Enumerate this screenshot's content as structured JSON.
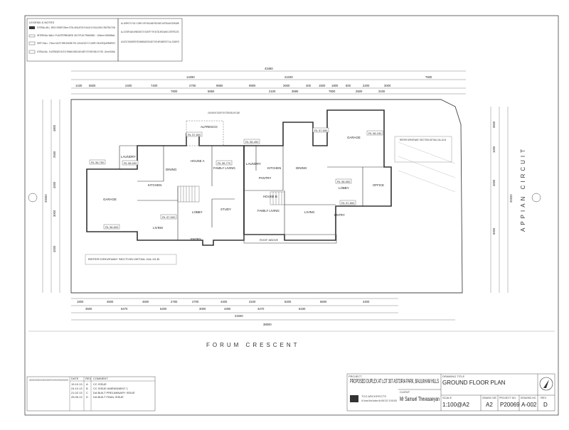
{
  "legend": {
    "title": "LEGEND & NOTES",
    "items": [
      "EXTERNAL WALL - BRICK VENEER 250mm TOTAL INSULATION R VALUE 3.0 INCLUDING CONSTRUCTION",
      "INTERNAL WALL PLASTERBOARD ON STUD FRAMING - 100mm NOMINAL",
      "PARTY WALL - 270mm CAVITY BRICKWORK FRL 120/120/120 TO COMPLY BCA REQUIREMENTS",
      "EXTERNAL WALL - PLASTERBOARD ON STUD FRAMING INSIDE AND HARDY TEXTURE PANEL EXT SEE - 120mm NOMINAL"
    ]
  },
  "notes": [
    "ALL WORKS TO FULLY COMPLY WITH BCA AND RELEVANT AUSTRALIAN STANDARD",
    "ALL DOORS AND WINDOWS TO SATISFY THE ATTACHED BASIX CERTIFICATE.",
    "ACOUSTIC ENGINEERS RECOMMENDATIONS ARE TO BE IMPLEMENTED TO ALL ELEMENTS"
  ],
  "dimensions": {
    "overall_top": "43480",
    "top_row1": [
      "14290",
      "21030",
      "7500"
    ],
    "top_row2": [
      "1430",
      "5500",
      "2400",
      "7400",
      "2700",
      "9850",
      "9900",
      "2600",
      "400",
      "1500",
      "1800",
      "600",
      "2200",
      "3000"
    ],
    "top_row3": [
      "7800",
      "5850",
      "2100",
      "3580",
      "7800",
      "2500",
      "3100"
    ],
    "bottom_row1": [
      "1800",
      "4500",
      "4600",
      "2780",
      "2700",
      "4400",
      "3100",
      "6200",
      "6600",
      "4200"
    ],
    "bottom_row2": [
      "3500",
      "5470",
      "5200",
      "3000",
      "4300",
      "4270",
      "6330"
    ],
    "bottom_overall": "23330",
    "bottom_total": "38000",
    "left_side": [
      "4800",
      "2650",
      "4000",
      "3000",
      "4000",
      "20000"
    ],
    "right_side": [
      "3500",
      "1000",
      "4000",
      "6000",
      "20320"
    ]
  },
  "rooms": {
    "a_garage": "GARAGE",
    "a_laundry": "LAUNDRY",
    "a_dining": "DINING",
    "a_kitchen": "KITCHEN",
    "a_family": "FAMILY LIVING",
    "a_alfresco": "ALFRESCO",
    "a_living": "LIVING",
    "a_lobby": "LOBBY",
    "a_study": "STUDY",
    "a_entry": "ENTRY",
    "a_house": "HOUSE A",
    "b_garage": "GARAGE",
    "b_laundry": "LAUNDRY",
    "b_pantry": "PANTRY",
    "b_kitchen": "KITCHEN",
    "b_dining": "DINING",
    "b_family": "FAMILY LIVING",
    "b_living": "LIVING",
    "b_lobby": "LOBBY",
    "b_office": "OFFICE",
    "b_entry": "ENTRY",
    "b_house": "HOUSE B",
    "roof_above": "ROOF ABOVE",
    "low_height": "LOW HEIGHT DOOR FOR STORE BELOW STAIR",
    "refer_left": "REFER DRIVEWAY SECTION DETAIL DA-10-B",
    "refer_right": "REFER DRIVEWAY SECTION DETAIL DA-10-B"
  },
  "levels": [
    "RL 56.750",
    "RL 58.000",
    "RL 57.500",
    "RL 56.600",
    "RL 57.800",
    "RL 58.450",
    "RL 57.650",
    "RL 58.150",
    "RL 58.550",
    "RL 57.800",
    "RL 56.770"
  ],
  "streets": {
    "front": "FORUM CRESCENT",
    "side": "APPIAN CIRCUIT"
  },
  "revisions": {
    "headers": [
      "DATE",
      "REV",
      "COMMENT"
    ],
    "rows": [
      [
        "19.10.13",
        "A",
        "CC ISSUE"
      ],
      [
        "24.10.13",
        "B",
        "CC ISSUE AMENDMENT 1"
      ],
      [
        "21.02.13",
        "C",
        "DA BUILT PRELIMINARY ISSUE"
      ],
      [
        "25.05.13",
        "D",
        "DA BUILT FINAL ISSUE"
      ]
    ]
  },
  "disclaimer": "ALL DIMENSIONS TO BE VERIFIED ON SITE PRIOR TO COMMENCEMENT OF ON SITE WORKS. THIS DRAWING IS COPYRIGHT AND REMAINS THE PROPERTY OF TCG ARCHITECTS. REPRODUCTION OR PART OF THESE DRAWINGS WITHOUT WRITTEN CONSENT IS PROHIBITED.",
  "title_block": {
    "project_label": "PROJECT",
    "project": "PROPOSED DUPLEX AT LOT 307 ASTORIA PARK, BAULKHAM HILLS",
    "client_label": "CLIENT",
    "client": "Mr Samuel Thevasaeyan",
    "firm": "TCG ARCHITECTS",
    "firm_detail": "46 Orchards Street Baulkham Hills NSW 2153 T: 02 9000 0000",
    "drawing_title_label": "DRAWING TITLE",
    "drawing_title": "GROUND FLOOR PLAN",
    "scale_label": "SCALE",
    "scale": "1:100@A2",
    "size_label": "DRAWING SIZE",
    "size": "A2",
    "project_no_label": "PROJECT NO.",
    "project_no": "P20069",
    "drawing_no_label": "DRAWING NO.",
    "drawing_no": "A-002",
    "rev_label": "REV",
    "rev": "D"
  },
  "colors": {
    "wall": "#333333",
    "line": "#555555",
    "paper": "#ffffff"
  }
}
